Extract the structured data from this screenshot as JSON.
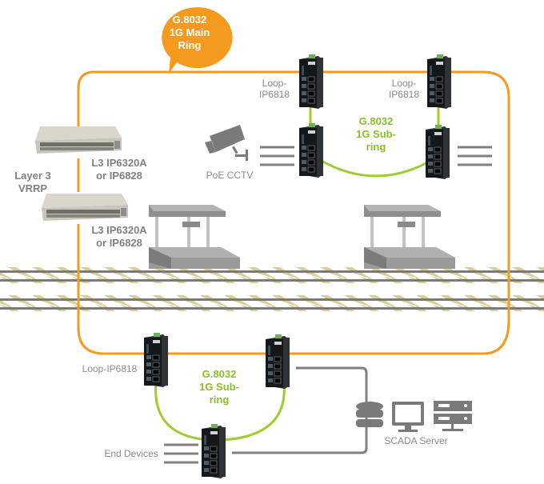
{
  "diagram": {
    "title_bubble": {
      "text": "G.8032\n1G Main\nRing",
      "color": "#f39a1f"
    },
    "colors": {
      "main_ring": "#f39a1f",
      "sub_ring": "#9ccc2e",
      "sub_ring_text": "#8cbd27",
      "cable": "#808080",
      "label_text": "#8a8a8a",
      "track_tie": "#d9cf96",
      "track_rail": "#7a7a7a",
      "platform": "#a6a6a6",
      "switch_body": "#1c1f22"
    },
    "core_switches": {
      "group_label": "Layer 3\nVRRP",
      "switches": [
        {
          "label": "L3 IP6320A\nor IP6828"
        },
        {
          "label": "L3 IP6320A\nor IP6828"
        }
      ]
    },
    "top_subring": {
      "label": "G.8032\n1G Sub-\nring",
      "nodes": [
        {
          "label": "Loop-\nIP6818",
          "role": "main-ring"
        },
        {
          "label": "Loop-\nIP6818",
          "role": "main-ring"
        },
        {
          "label": "",
          "role": "sub-ring"
        },
        {
          "label": "",
          "role": "sub-ring"
        }
      ]
    },
    "bottom_subring": {
      "label": "G.8032\n1G Sub-\nring",
      "nodes": [
        {
          "label": "Loop-IP6818",
          "role": "main-ring"
        },
        {
          "label": "",
          "role": "main-ring"
        },
        {
          "label": "",
          "role": "sub-ring"
        }
      ]
    },
    "endpoints": {
      "cctv": {
        "label": "PoE CCTV",
        "icon": "cctv-camera-icon"
      },
      "end_devices": {
        "label": "End Devices"
      },
      "scada": {
        "label": "SCADA Server",
        "icons": [
          "database-icon",
          "monitor-icon",
          "server-rack-icon"
        ]
      }
    },
    "stations": [
      {
        "name": "station-platform"
      },
      {
        "name": "station-platform"
      }
    ],
    "tracks": {
      "count": 2
    }
  }
}
